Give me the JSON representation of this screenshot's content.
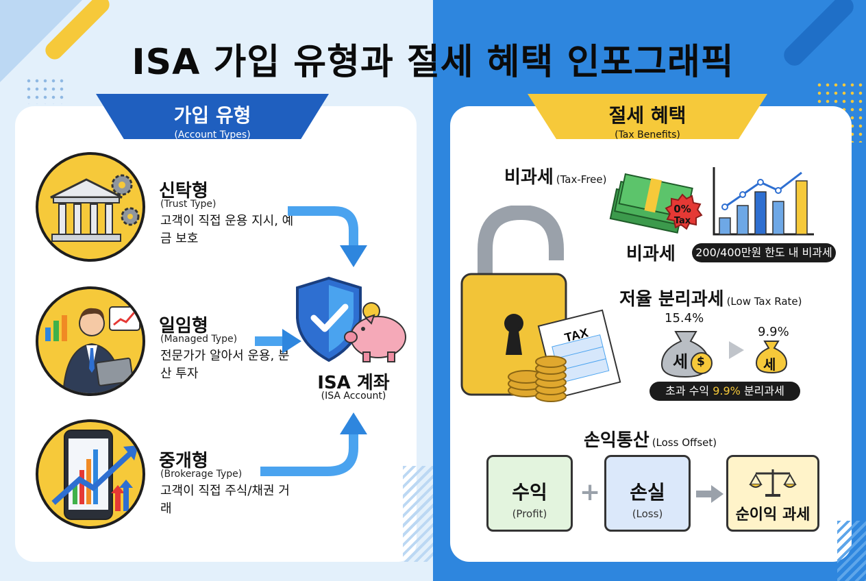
{
  "title": "ISA 가입 유형과 절세 혜택 인포그래픽",
  "left": {
    "banner": {
      "title": "가입 유형",
      "subtitle": "(Account Types)"
    },
    "types": [
      {
        "name": "신탁형",
        "en": "(Trust Type)",
        "desc": "고객이 직접 운용 지시, 예금 보호",
        "icon": "bank-building-gears-icon"
      },
      {
        "name": "일임형",
        "en": "(Managed Type)",
        "desc": "전문가가 알아서 운용, 분산 투자",
        "icon": "advisor-tablet-icon"
      },
      {
        "name": "중개형",
        "en": "(Brokerage Type)",
        "desc": "고객이 직접 주식/채권 거래",
        "icon": "phone-chart-arrow-icon"
      }
    ],
    "account": {
      "title": "ISA 계좌",
      "subtitle": "(ISA Account)",
      "icon": "shield-check-piggy-bank-icon"
    }
  },
  "right": {
    "banner": {
      "title": "절세 혜택",
      "subtitle": "(Tax Benefits)"
    },
    "tax_free": {
      "heading": "비과세",
      "heading_en": "(Tax-Free)",
      "badge_top": "0%",
      "badge_bottom": "Tax",
      "label": "비과세",
      "pill": "200/400만원 한도 내 비과세"
    },
    "low_rate": {
      "heading": "저율 분리과세",
      "heading_en": "(Low Tax Rate)",
      "rate_before": "15.4%",
      "rate_after": "9.9%",
      "bag_char": "세",
      "coin_char": "$",
      "pill_prefix": "초과 수익 ",
      "pill_highlight": "9.9%",
      "pill_suffix": " 분리과세"
    },
    "loss_offset": {
      "heading": "손익통산",
      "heading_en": "(Loss Offset)",
      "profit": {
        "title": "수익",
        "sub": "(Profit)"
      },
      "loss": {
        "title": "손실",
        "sub": "(Loss)"
      },
      "plus": "+",
      "result": "순이익 과세"
    },
    "lock_tag": "TAX"
  },
  "colors": {
    "blue": "#2e86de",
    "yellow": "#f6c93a",
    "green_box": "#e3f4de",
    "blue_box": "#dbe8fa",
    "result_box": "#fff3c9"
  }
}
